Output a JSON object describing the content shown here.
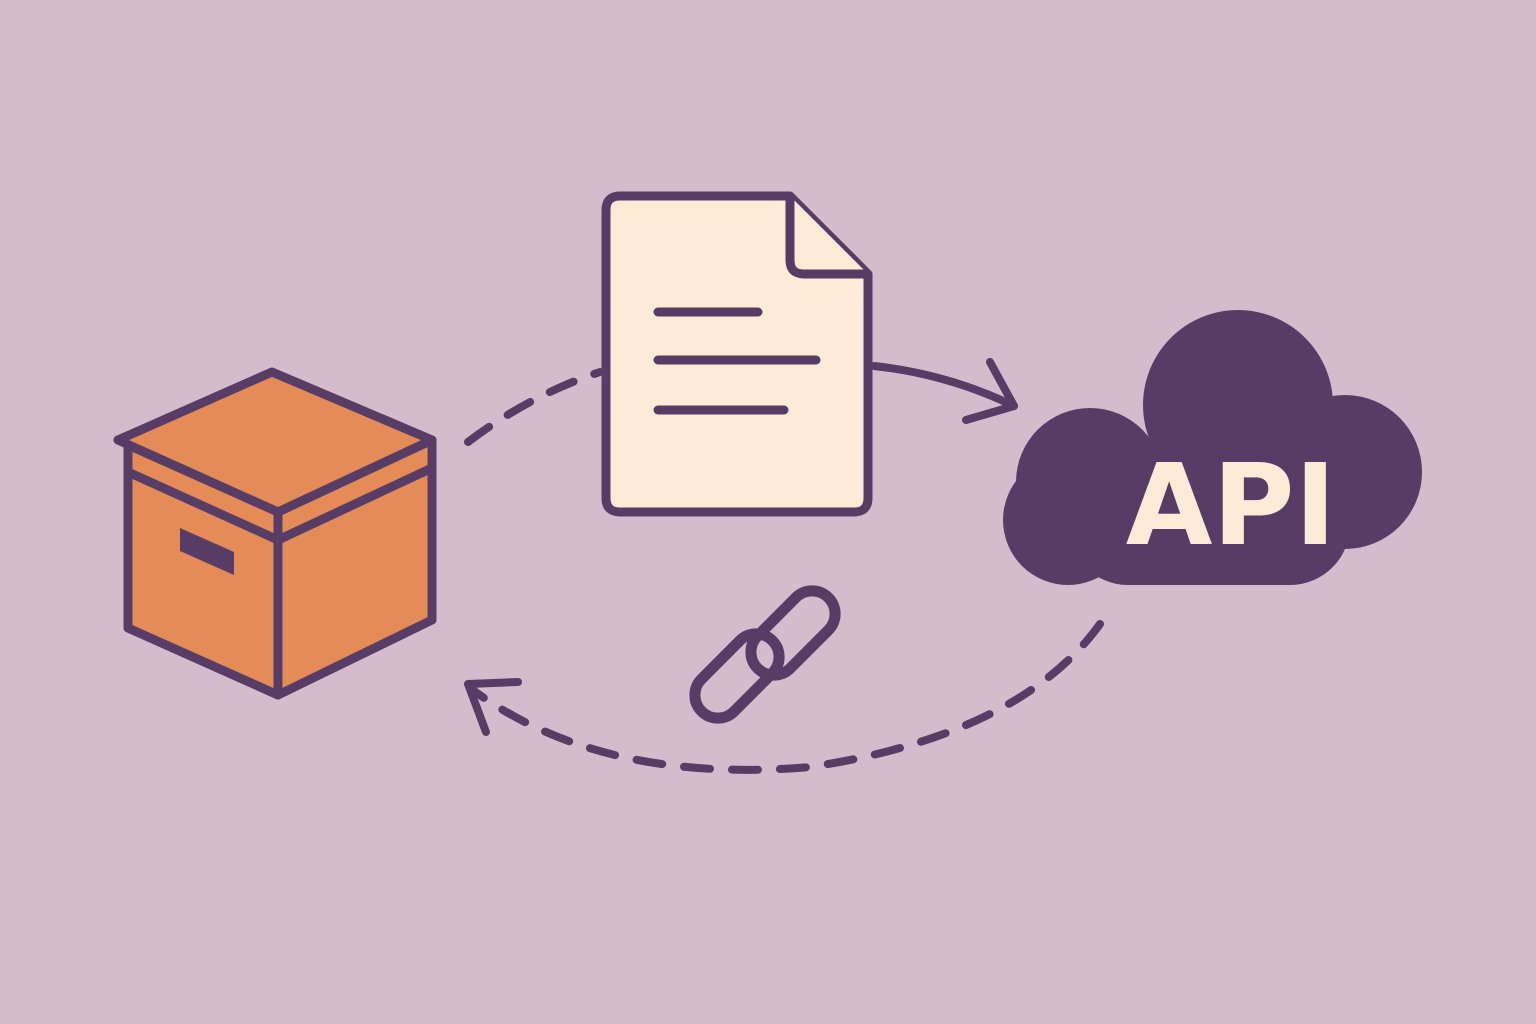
{
  "colors": {
    "background": "#d4bccd",
    "outline": "#573d66",
    "box_fill": "#e48b57",
    "document_fill": "#fcebd7",
    "cloud_fill": "#573d66",
    "cloud_text": "#fcebd7"
  },
  "nodes": {
    "box": {
      "icon": "box-icon"
    },
    "document": {
      "icon": "document-icon"
    },
    "cloud": {
      "icon": "cloud-icon",
      "label": "API"
    },
    "link": {
      "icon": "link-chain-icon"
    }
  },
  "connectors": [
    {
      "from": "box",
      "to": "document",
      "style": "dashed",
      "arrow": "none"
    },
    {
      "from": "document",
      "to": "cloud",
      "style": "solid",
      "arrow": "end"
    },
    {
      "from": "cloud",
      "to": "box",
      "style": "dashed",
      "arrow": "end"
    }
  ]
}
